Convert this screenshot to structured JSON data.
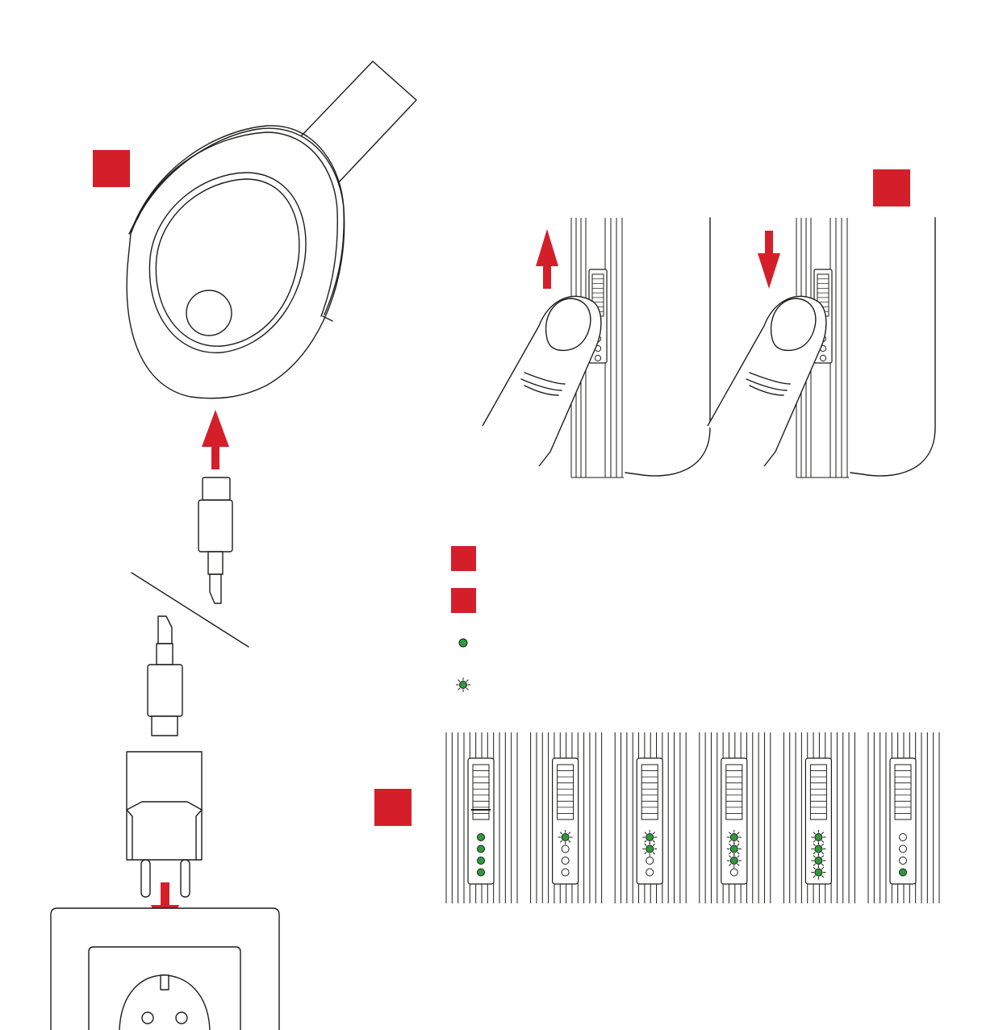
{
  "colors": {
    "accent": "#d41f2a",
    "led_green": "#2e9b3a",
    "line": "#1d1d1b",
    "background": "#ffffff"
  },
  "legend": [
    {
      "id": "callout-a",
      "type": "red-square",
      "label": ""
    },
    {
      "id": "callout-b",
      "type": "red-square",
      "label": ""
    },
    {
      "id": "led-steady",
      "type": "green-dot",
      "label": ""
    },
    {
      "id": "led-flashing",
      "type": "green-flash",
      "label": ""
    }
  ],
  "led_panels": [
    {
      "leds": [
        "on",
        "on",
        "on",
        "on"
      ]
    },
    {
      "leds": [
        "flash",
        "off",
        "off",
        "off"
      ]
    },
    {
      "leds": [
        "flash",
        "flash",
        "off",
        "off"
      ]
    },
    {
      "leds": [
        "flash",
        "flash",
        "flash",
        "off"
      ]
    },
    {
      "leds": [
        "flash",
        "flash",
        "flash",
        "flash"
      ]
    },
    {
      "leds": [
        "off",
        "off",
        "off",
        "on"
      ]
    }
  ],
  "switch_panels": [
    {
      "direction": "up"
    },
    {
      "direction": "down"
    }
  ]
}
